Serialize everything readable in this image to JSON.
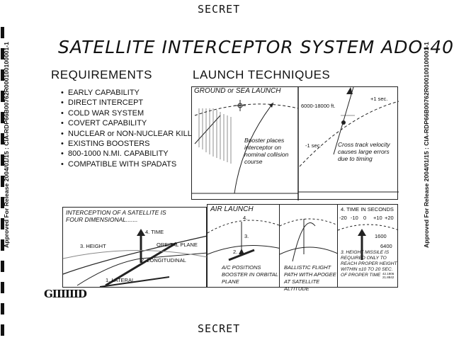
{
  "header": {
    "classification": "SECRET"
  },
  "footer": {
    "classification": "SECRET"
  },
  "title": "SATELLITE INTERCEPTOR SYSTEM ADO-40",
  "release_stamp": "Approved For Release 2004/01/15 : CIA-RDP66B00762R000100100001-1",
  "requirements": {
    "heading": "REQUIREMENTS",
    "items": [
      "EARLY CAPABILITY",
      "DIRECT INTERCEPT",
      "COLD WAR SYSTEM",
      "COVERT CAPABILITY",
      "NUCLEAR or NON-NUCLEAR KILL",
      "EXISTING BOOSTERS",
      "800-1000 N.MI. CAPABILITY",
      "COMPATIBLE WITH SPADATS"
    ]
  },
  "launch": {
    "heading": "LAUNCH TECHNIQUES",
    "ground_sea": {
      "title": "GROUND or SEA LAUNCH",
      "note1": "Booster places interceptor on nominal collision course",
      "altitude": "6000-18000 ft.",
      "plus": "+1 sec.",
      "minus": "-1 sec.",
      "note2": "Cross track velocity causes large errors due to timing"
    },
    "air": {
      "title": "AIR LAUNCH",
      "caption1": "A/C POSITIONS BOOSTER IN ORBITAL PLANE",
      "caption2": "BALLISTIC FLIGHT PATH WITH APOGEE AT SATELLITE ALTITUDE",
      "caption3": "4. TIME IN SECONDS",
      "ticks": [
        "-20",
        "-10",
        "0",
        "+10",
        "+20"
      ],
      "p3_labels": [
        "1600",
        "6400"
      ],
      "caption4": "3. HEIGHT MISSILE IS REQUIRED ONLY TO REACH PROPER HEIGHT WITHIN ±10 TO 20 SEC. OF PROPER TIME",
      "nums": [
        "1.",
        "2.",
        "3.",
        "4."
      ]
    }
  },
  "interception": {
    "title": "INTERCEPTION OF A SATELLITE IS FOUR DIMENSIONAL.......",
    "time": "4. TIME",
    "height": "3. HEIGHT",
    "orbital": "ORBITAL PLANE",
    "longitudinal": "2. LONGITUDINAL",
    "lateral": "1. LATERAL"
  },
  "logo": "GIIIIIID",
  "doc_number": "42.1906\n21.8842"
}
